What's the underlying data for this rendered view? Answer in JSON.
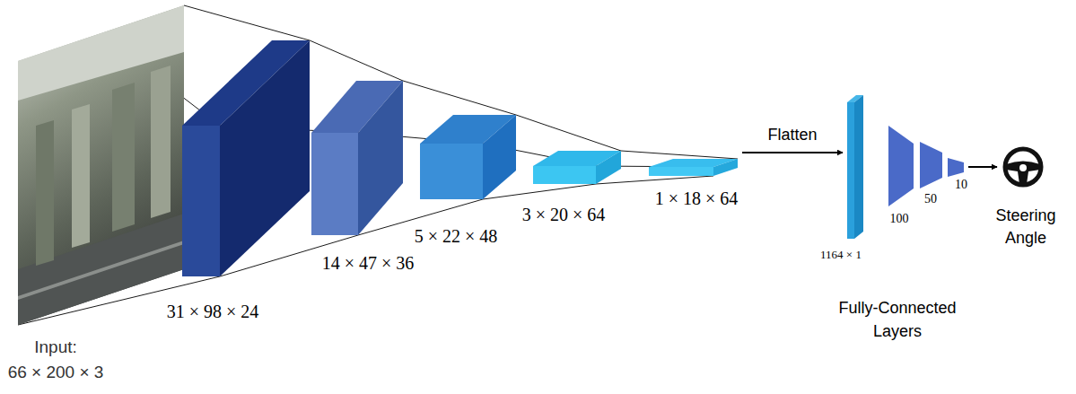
{
  "diagram": {
    "nodes": [
      {
        "text": [
          "Input:",
          "66 × 200 × 3"
        ]
      },
      {
        "text": [
          "31 × 98 × 24"
        ]
      },
      {
        "text": [
          "14 × 47 × 36"
        ]
      },
      {
        "text": [
          "5 × 22 × 48"
        ]
      },
      {
        "text": [
          "3 × 20 × 64"
        ]
      },
      {
        "text": [
          "1 × 18 × 64"
        ]
      },
      {
        "text": [
          "1164 × 1"
        ]
      },
      {
        "text": [
          "100"
        ]
      },
      {
        "text": [
          "50"
        ]
      },
      {
        "text": [
          "10"
        ]
      },
      {
        "text": [
          "Steering Angle"
        ]
      }
    ],
    "edges": [
      {
        "from": 5,
        "to": 6,
        "label": "Flatten",
        "arrow": "to"
      },
      {
        "from": 9,
        "to": 10,
        "arrow": "to"
      }
    ],
    "labels": [
      "Fully-Connected Layers"
    ]
  }
}
